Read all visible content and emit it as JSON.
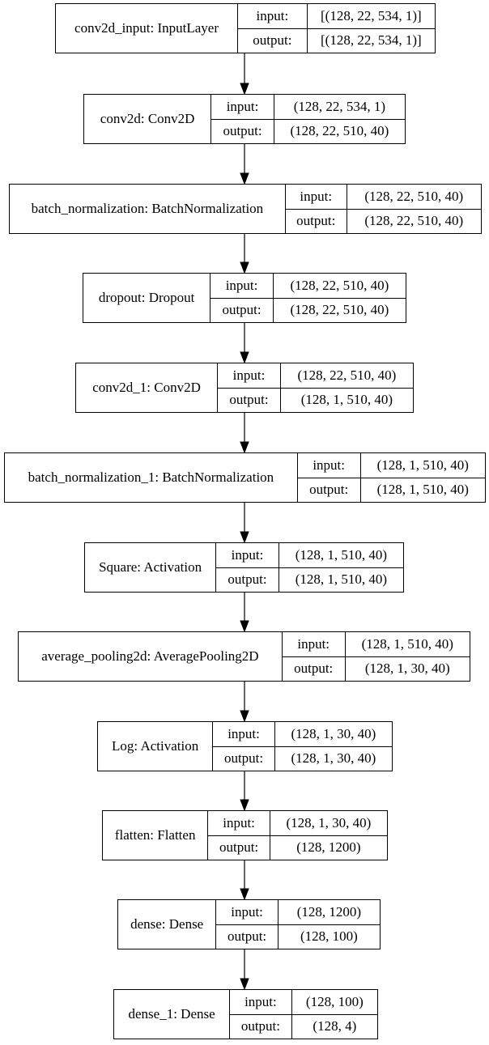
{
  "labels": {
    "input": "input:",
    "output": "output:"
  },
  "layers": [
    {
      "name": "conv2d_input: InputLayer",
      "input": "[(128, 22, 534, 1)]",
      "output": "[(128, 22, 534, 1)]"
    },
    {
      "name": "conv2d: Conv2D",
      "input": "(128, 22, 534, 1)",
      "output": "(128, 22, 510, 40)"
    },
    {
      "name": "batch_normalization: BatchNormalization",
      "input": "(128, 22, 510, 40)",
      "output": "(128, 22, 510, 40)"
    },
    {
      "name": "dropout: Dropout",
      "input": "(128, 22, 510, 40)",
      "output": "(128, 22, 510, 40)"
    },
    {
      "name": "conv2d_1: Conv2D",
      "input": "(128, 22, 510, 40)",
      "output": "(128, 1, 510, 40)"
    },
    {
      "name": "batch_normalization_1: BatchNormalization",
      "input": "(128, 1, 510, 40)",
      "output": "(128, 1, 510, 40)"
    },
    {
      "name": "Square: Activation",
      "input": "(128, 1, 510, 40)",
      "output": "(128, 1, 510, 40)"
    },
    {
      "name": "average_pooling2d: AveragePooling2D",
      "input": "(128, 1, 510, 40)",
      "output": "(128, 1, 30, 40)"
    },
    {
      "name": "Log: Activation",
      "input": "(128, 1, 30, 40)",
      "output": "(128, 1, 30, 40)"
    },
    {
      "name": "flatten: Flatten",
      "input": "(128, 1, 30, 40)",
      "output": "(128, 1200)"
    },
    {
      "name": "dense: Dense",
      "input": "(128, 1200)",
      "output": "(128, 100)"
    },
    {
      "name": "dense_1: Dense",
      "input": "(128, 100)",
      "output": "(128, 4)"
    }
  ]
}
